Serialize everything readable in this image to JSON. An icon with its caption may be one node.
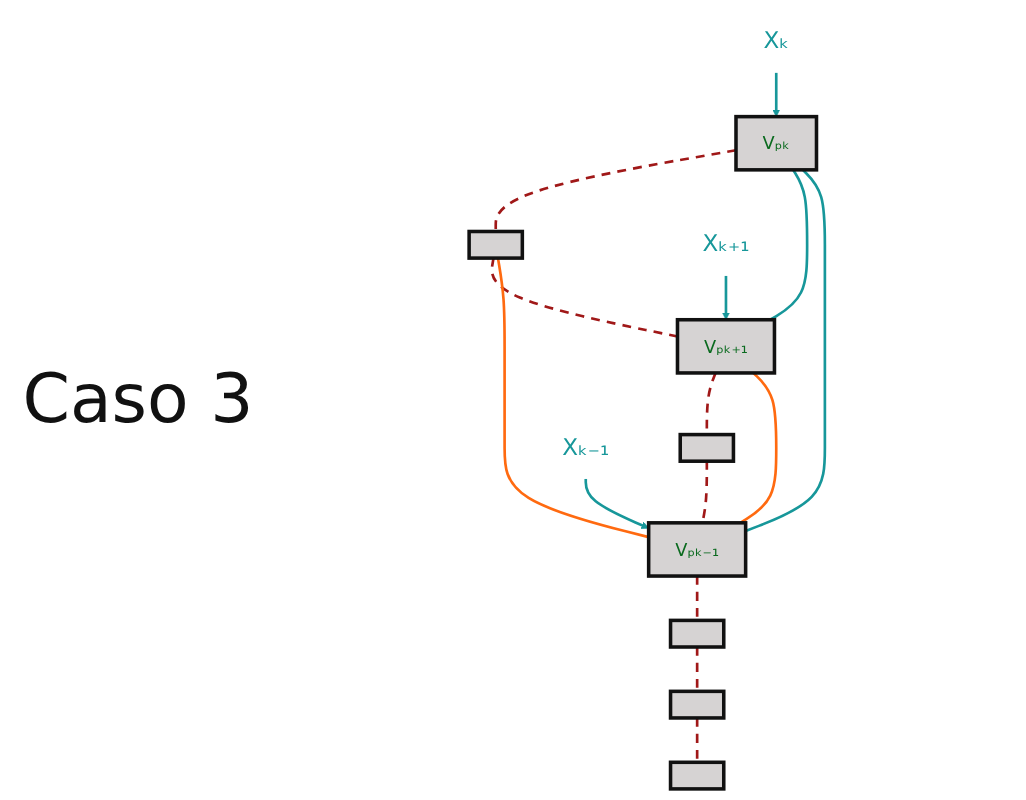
{
  "diagram": {
    "title": "Caso 3",
    "nodes": [
      {
        "text": [
          "Vₚₖ"
        ]
      },
      {
        "text": [],
        "shape": "box"
      },
      {
        "text": [
          "Vₚₖ₊₁"
        ]
      },
      {
        "text": [],
        "shape": "box"
      },
      {
        "text": [
          "Vₚₖ₋₁"
        ]
      },
      {
        "text": [],
        "shape": "box"
      },
      {
        "text": [],
        "shape": "box"
      },
      {
        "text": [],
        "shape": "box"
      },
      {
        "text": [
          "Xₖ"
        ]
      },
      {
        "text": [
          "Xₖ₊₁"
        ]
      },
      {
        "text": [
          "Xₖ₋₁"
        ]
      }
    ],
    "edges": [
      {
        "from": 0,
        "to": 1,
        "arrow": "none",
        "style": "dashed",
        "color": "#a01818"
      },
      {
        "from": 1,
        "to": 2,
        "arrow": "none",
        "style": "dashed",
        "color": "#a01818"
      },
      {
        "from": 2,
        "to": 3,
        "arrow": "none",
        "style": "dashed",
        "color": "#a01818"
      },
      {
        "from": 3,
        "to": 4,
        "arrow": "none",
        "style": "dashed",
        "color": "#a01818"
      },
      {
        "from": 4,
        "to": 5,
        "arrow": "none",
        "style": "dashed",
        "color": "#a01818"
      },
      {
        "from": 5,
        "to": 6,
        "arrow": "none",
        "style": "dashed",
        "color": "#a01818"
      },
      {
        "from": 6,
        "to": 7,
        "arrow": "none",
        "style": "dashed",
        "color": "#a01818"
      },
      {
        "from": 0,
        "to": 2,
        "arrow": "none",
        "color": "#17979a"
      },
      {
        "from": 0,
        "to": 4,
        "arrow": "none",
        "color": "#17979a"
      },
      {
        "from": 1,
        "to": 4,
        "arrow": "none",
        "color": "#ff6a10"
      },
      {
        "from": 2,
        "to": 4,
        "arrow": "none",
        "color": "#ff6a10"
      },
      {
        "from": 8,
        "to": 0,
        "arrow": "to",
        "color": "#17979a"
      },
      {
        "from": 9,
        "to": 2,
        "arrow": "to",
        "color": "#17979a"
      },
      {
        "from": 10,
        "to": 4,
        "arrow": "to",
        "color": "#17979a"
      }
    ]
  }
}
